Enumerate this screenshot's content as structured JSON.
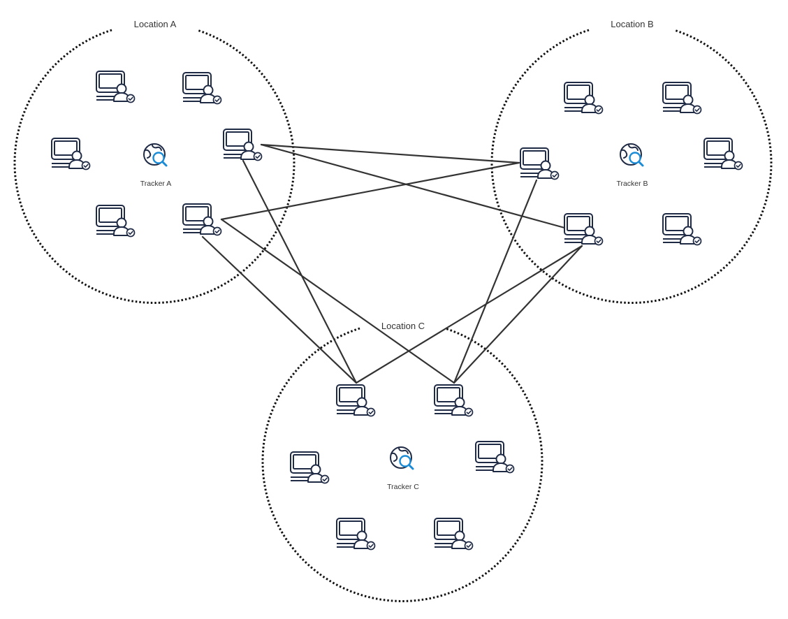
{
  "locations": [
    {
      "id": "A",
      "label": "Location A",
      "tracker_label": "Tracker A"
    },
    {
      "id": "B",
      "label": "Location B",
      "tracker_label": "Tracker B"
    },
    {
      "id": "C",
      "label": "Location C",
      "tracker_label": "Tracker C"
    }
  ],
  "colors": {
    "outline": "#1f2a44",
    "accent": "#1a8bd6",
    "link": "#333333",
    "boundary": "#111111"
  },
  "icons": {
    "peer": "computer-user-check-icon",
    "tracker": "globe-search-icon"
  }
}
